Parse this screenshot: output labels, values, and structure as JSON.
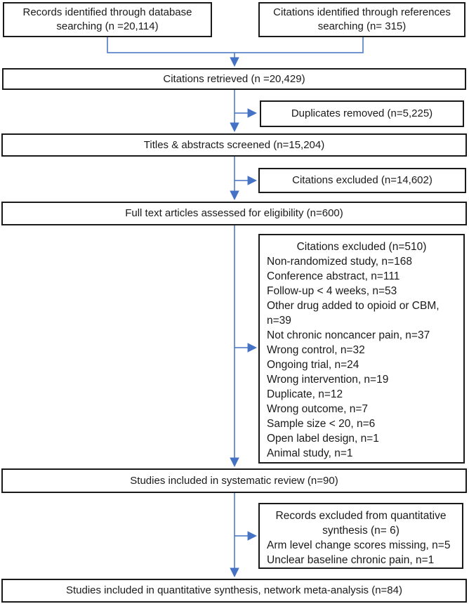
{
  "diagram": {
    "arrow_color": "#4472C4",
    "border_color": "#1a1a1a",
    "boxes": {
      "db_search": "Records identified through database searching (n =20,114)",
      "ref_search": "Citations identified through references searching (n= 315)",
      "retrieved": "Citations retrieved (n =20,429)",
      "duplicates_removed": "Duplicates removed (n=5,225)",
      "titles_screened": "Titles & abstracts screened (n=15,204)",
      "citations_excluded_screening": "Citations excluded (n=14,602)",
      "fulltext_assessed": "Full text articles assessed for eligibility (n=600)",
      "fulltext_excluded": {
        "title": "Citations excluded (n=510)",
        "reasons": [
          "Non-randomized study, n=168",
          "Conference abstract, n=111",
          "Follow-up < 4 weeks, n=53",
          "Other drug added to opioid or CBM, n=39",
          "Not chronic noncancer pain, n=37",
          "Wrong control, n=32",
          "Ongoing trial, n=24",
          "Wrong intervention, n=19",
          "Duplicate, n=12",
          "Wrong outcome, n=7",
          "Sample size < 20, n=6",
          "Open label design, n=1",
          "Animal study, n=1"
        ]
      },
      "systematic_review": "Studies included in systematic review (n=90)",
      "quant_excluded": {
        "title": "Records excluded from quantitative synthesis (n= 6)",
        "reasons": [
          "Arm level change scores missing, n=5",
          "Unclear baseline chronic pain, n=1"
        ]
      },
      "quantitative_synthesis": "Studies included in quantitative synthesis, network meta-analysis (n=84)"
    }
  }
}
